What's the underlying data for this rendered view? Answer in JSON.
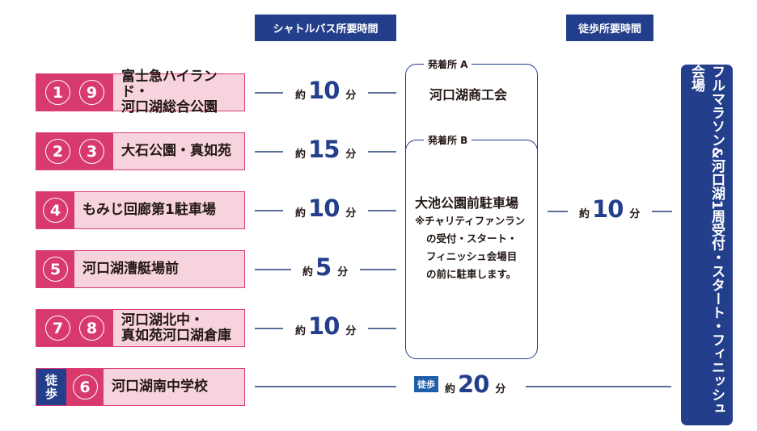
{
  "headers": {
    "shuttle": "シャトルバス所要時間",
    "walk": "徒歩所要時間"
  },
  "stops": [
    {
      "numbers": [
        "1",
        "9"
      ],
      "lines": [
        "富士急ハイランド・",
        "河口湖総合公園"
      ],
      "prefix": "約",
      "time": "10",
      "unit": "分"
    },
    {
      "numbers": [
        "2",
        "3"
      ],
      "lines": [
        "大石公園・真如苑"
      ],
      "prefix": "約",
      "time": "15",
      "unit": "分"
    },
    {
      "numbers": [
        "4"
      ],
      "lines": [
        "もみじ回廊第1駐車場"
      ],
      "prefix": "約",
      "time": "10",
      "unit": "分"
    },
    {
      "numbers": [
        "5"
      ],
      "lines": [
        "河口湖漕艇場前"
      ],
      "prefix": "約",
      "time": "5",
      "unit": "分"
    },
    {
      "numbers": [
        "7",
        "8"
      ],
      "lines": [
        "河口湖北中・",
        "真如苑河口湖倉庫"
      ],
      "prefix": "約",
      "time": "10",
      "unit": "分"
    },
    {
      "walk_tag": [
        "徒",
        "歩"
      ],
      "numbers": [
        "6"
      ],
      "lines": [
        "河口湖南中学校"
      ],
      "badge": "徒歩",
      "prefix": "約",
      "time": "20",
      "unit": "分"
    }
  ],
  "hubs": {
    "a": {
      "label": "発着所 A",
      "name": "河口湖商工会"
    },
    "b": {
      "label": "発着所 B",
      "name": "大池公園前駐車場",
      "note": [
        "※チャリティファンラン",
        "の受付・スタート・",
        "フィニッシュ会場目",
        "の前に駐車します。"
      ]
    }
  },
  "walk_to_venue": {
    "prefix": "約",
    "time": "10",
    "unit": "分"
  },
  "venue": "フルマラソン&河口湖1周受付・スタート・フィニッシュ会場",
  "colors": {
    "navy": "#233f8c",
    "magenta": "#d83a6e",
    "pink": "#f7d3de",
    "line": "#5c6f99",
    "walk_badge": "#1f5ea8"
  }
}
